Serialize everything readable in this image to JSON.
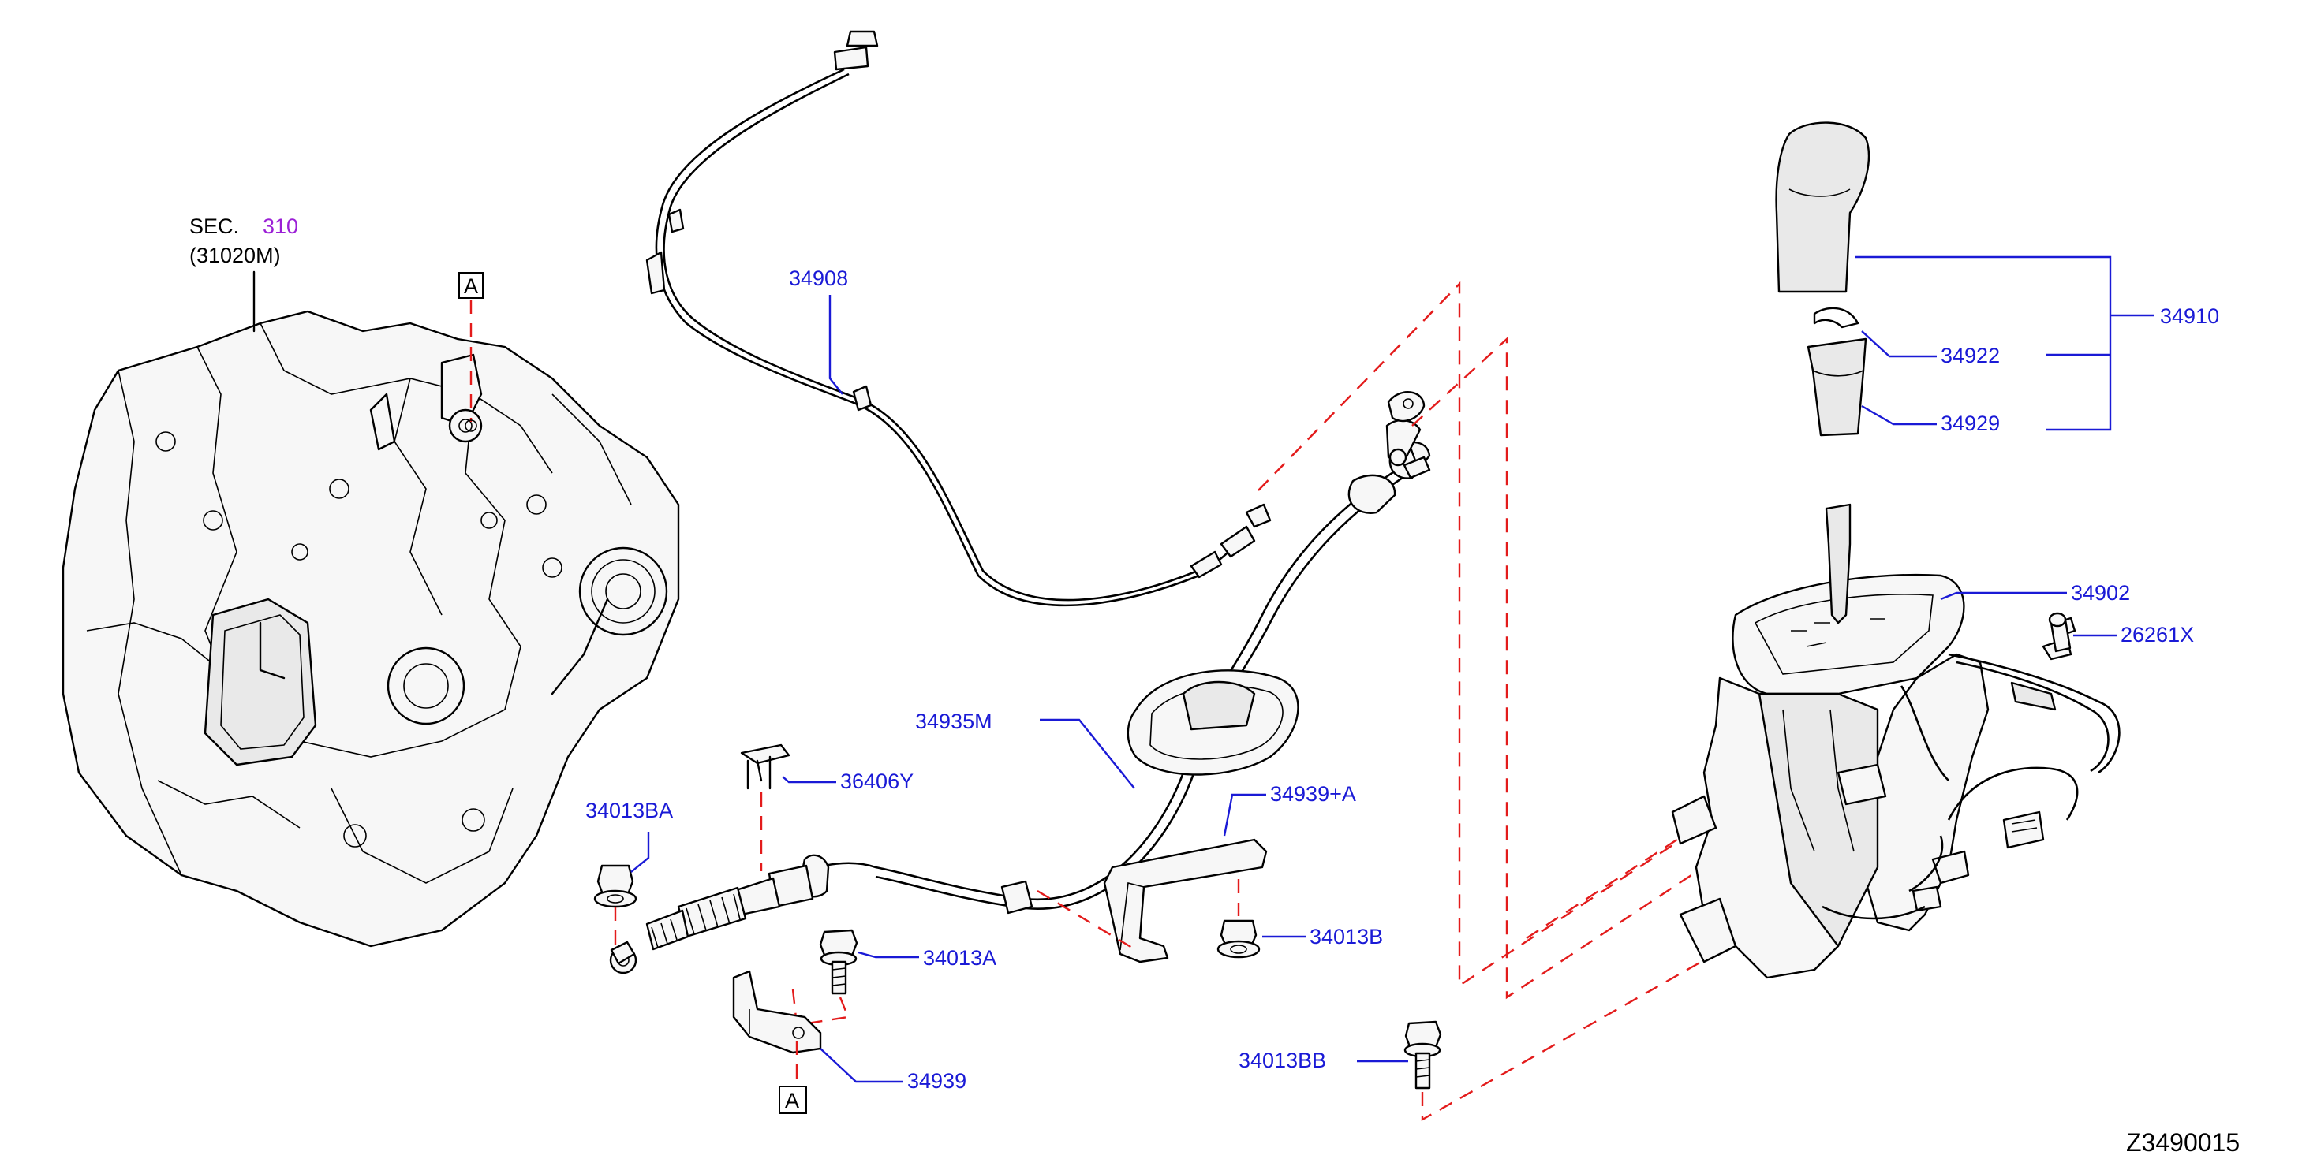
{
  "diagram": {
    "figure_id": "Z3490015",
    "section_ref": {
      "prefix": "SEC.",
      "number": "310",
      "part": "(31020M)"
    },
    "view_marker": "A",
    "colors": {
      "part_number": "#1a1ad6",
      "section_number": "#9b1fd6",
      "phantom_line": "#e31b1b",
      "outline": "#000000"
    },
    "labels": {
      "p34908": "34908",
      "p34910": "34910",
      "p34922": "34922",
      "p34929": "34929",
      "p34902": "34902",
      "p26261X": "26261X",
      "p34935M": "34935M",
      "p36406Y": "36406Y",
      "p34939A": "34939+A",
      "p34013BA": "34013BA",
      "p34013A": "34013A",
      "p34013B": "34013B",
      "p34939": "34939",
      "p34013BB": "34013BB"
    }
  }
}
